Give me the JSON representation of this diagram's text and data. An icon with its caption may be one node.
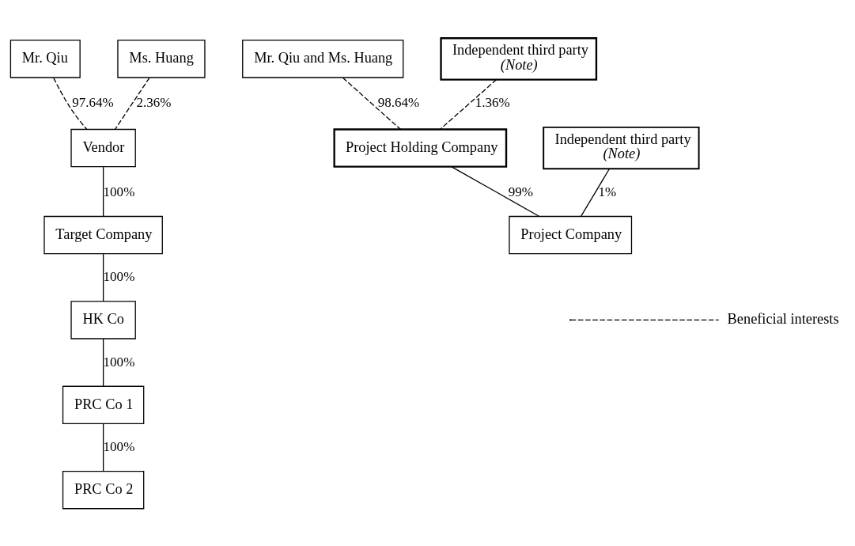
{
  "diagram": {
    "nodes": [
      {
        "text": [
          "Mr. Qiu"
        ]
      },
      {
        "text": [
          "Ms. Huang"
        ]
      },
      {
        "text": [
          "Vendor"
        ]
      },
      {
        "text": [
          "Target Company"
        ]
      },
      {
        "text": [
          "HK Co"
        ]
      },
      {
        "text": [
          "PRC Co 1"
        ]
      },
      {
        "text": [
          "PRC Co 2"
        ]
      },
      {
        "text": [
          "Mr. Qiu and Ms. Huang"
        ]
      },
      {
        "text": [
          "Independent third party",
          "(Note)"
        ]
      },
      {
        "text": [
          "Project Holding Company"
        ]
      },
      {
        "text": [
          "Independent third party",
          "(Note)"
        ]
      },
      {
        "text": [
          "Project Company"
        ]
      }
    ],
    "edges": [
      {
        "from": 0,
        "to": 2,
        "arrow": "none",
        "style": "dashed",
        "label": "97.64%"
      },
      {
        "from": 1,
        "to": 2,
        "arrow": "none",
        "style": "dashed",
        "label": "2.36%"
      },
      {
        "from": 2,
        "to": 3,
        "arrow": "none",
        "label": "100%"
      },
      {
        "from": 3,
        "to": 4,
        "arrow": "none",
        "label": "100%"
      },
      {
        "from": 4,
        "to": 5,
        "arrow": "none",
        "label": "100%"
      },
      {
        "from": 5,
        "to": 6,
        "arrow": "none",
        "label": "100%"
      },
      {
        "from": 7,
        "to": 9,
        "arrow": "none",
        "style": "dashed",
        "label": "98.64%"
      },
      {
        "from": 8,
        "to": 9,
        "arrow": "none",
        "style": "dashed",
        "label": "1.36%"
      },
      {
        "from": 9,
        "to": 11,
        "arrow": "none",
        "label": "99%"
      },
      {
        "from": 10,
        "to": 11,
        "arrow": "none",
        "label": "1%"
      }
    ],
    "legend": [
      {
        "text": "Beneficial interests"
      }
    ]
  }
}
